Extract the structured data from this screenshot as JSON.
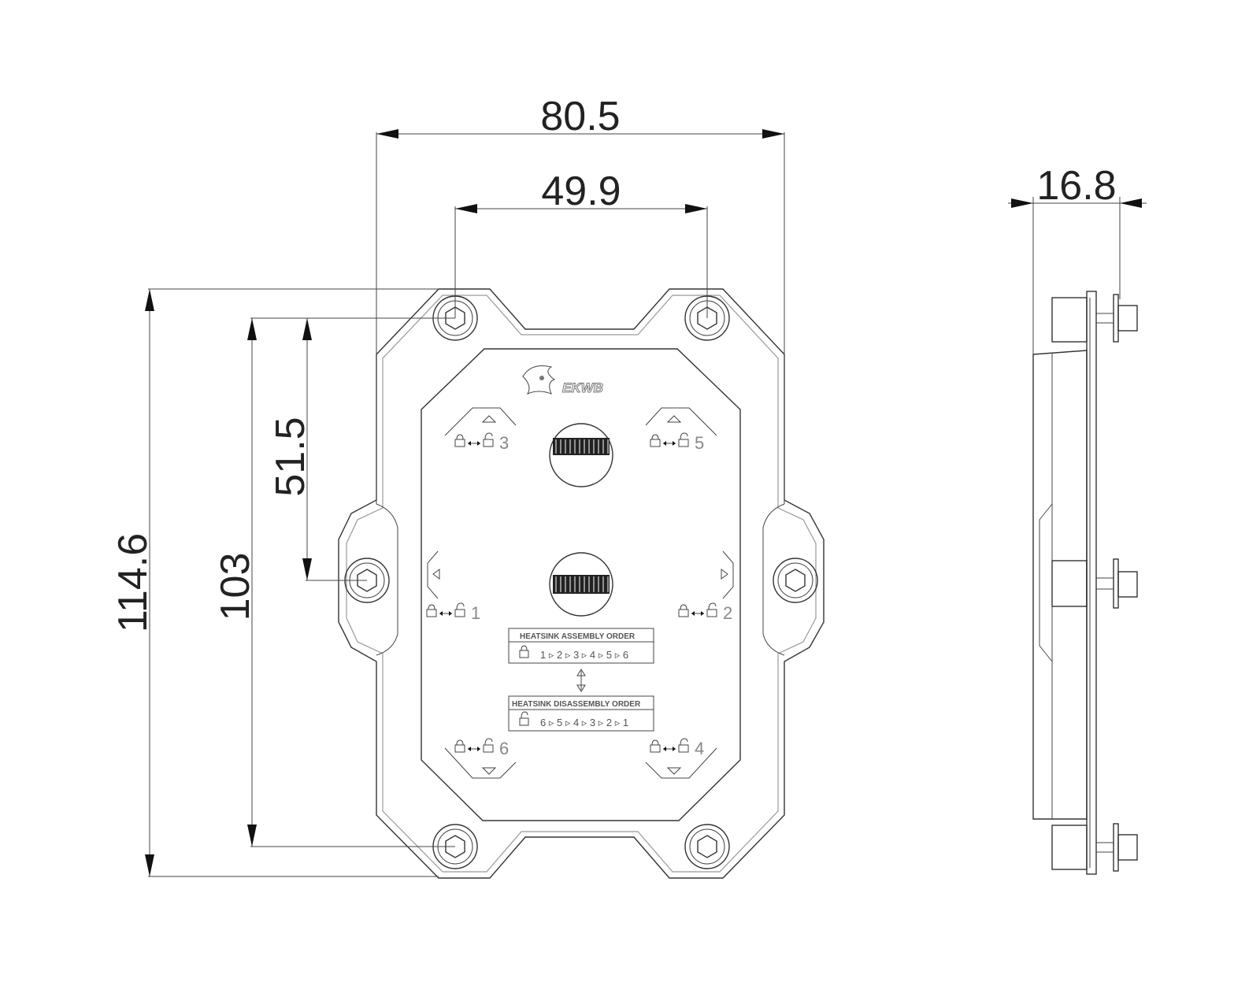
{
  "dimensions": {
    "overall_width": "80.5",
    "hole_spacing_width": "49.9",
    "overall_height": "114.6",
    "hole_spacing_height": "103",
    "side_hole_offset": "51.5",
    "thickness": "16.8"
  },
  "brand": "EKWB",
  "markers": [
    {
      "num": "3"
    },
    {
      "num": "5"
    },
    {
      "num": "1"
    },
    {
      "num": "2"
    },
    {
      "num": "6"
    },
    {
      "num": "4"
    }
  ],
  "assembly": {
    "title": "HEATSINK ASSEMBLY ORDER",
    "sequence": "1 ▹ 2 ▹ 3 ▹ 4 ▹ 5 ▹ 6"
  },
  "disassembly": {
    "title": "HEATSINK DISASSEMBLY ORDER",
    "sequence": "6 ▹ 5 ▹ 4 ▹ 3 ▹ 2 ▹ 1"
  },
  "icons": [
    "lock-icon",
    "unlock-icon",
    "hex-screw-icon",
    "double-arrow-icon",
    "dragon-logo-icon"
  ]
}
